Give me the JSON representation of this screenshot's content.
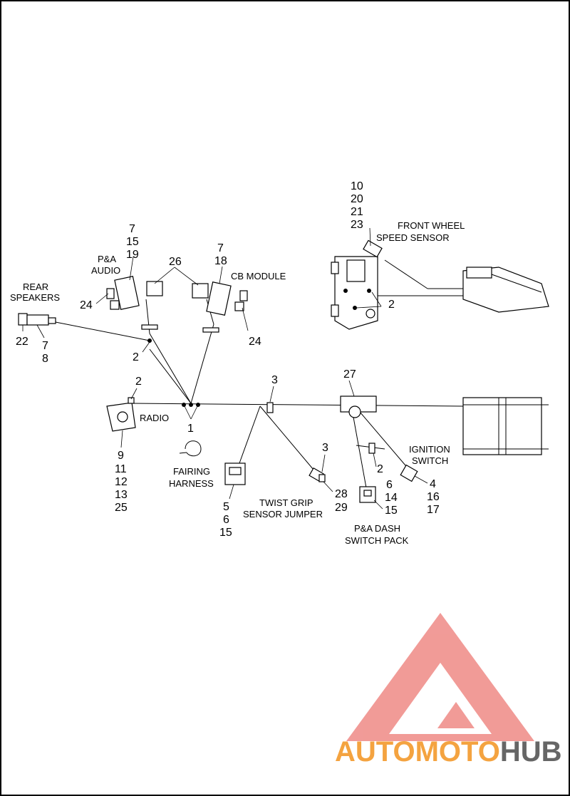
{
  "labels": {
    "rear_speakers_1": "REAR",
    "rear_speakers_2": "SPEAKERS",
    "pa_audio_1": "P&A",
    "pa_audio_2": "AUDIO",
    "cb_module": "CB MODULE",
    "front_wheel_1": "FRONT WHEEL",
    "front_wheel_2": "SPEED SENSOR",
    "radio": "RADIO",
    "fairing_1": "FAIRING",
    "fairing_2": "HARNESS",
    "twist_grip_1": "TWIST GRIP",
    "twist_grip_2": "SENSOR JUMPER",
    "pa_dash_1": "P&A DASH",
    "pa_dash_2": "SWITCH PACK",
    "ignition_1": "IGNITION",
    "ignition_2": "SWITCH"
  },
  "callouts": {
    "fws_10": "10",
    "fws_20": "20",
    "fws_21": "21",
    "fws_23": "23",
    "fws_2": "2",
    "pa_7": "7",
    "pa_15": "15",
    "pa_19": "19",
    "cb_7": "7",
    "cb_18": "18",
    "n26": "26",
    "l24": "24",
    "r24": "24",
    "rs_22": "22",
    "rs_7": "7",
    "rs_8": "8",
    "c2_left": "2",
    "radio_2": "2",
    "n1": "1",
    "radio_9": "9",
    "radio_11": "11",
    "radio_12": "12",
    "radio_13": "13",
    "radio_25": "25",
    "n3_top": "3",
    "n27": "27",
    "n3_tg": "3",
    "tg_28": "28",
    "tg_29": "29",
    "fh_5": "5",
    "fh_6": "6",
    "fh_15": "15",
    "dash_2": "2",
    "dash_6": "6",
    "dash_14": "14",
    "dash_15": "15",
    "ig_4": "4",
    "ig_16": "16",
    "ig_17": "17"
  },
  "watermark": {
    "part1": "AUTO",
    "part2": "MOTO",
    "part3": "HUB",
    "color_primary": "#f4a340",
    "color_secondary": "#666666",
    "logo_color": "#ef8a86"
  }
}
